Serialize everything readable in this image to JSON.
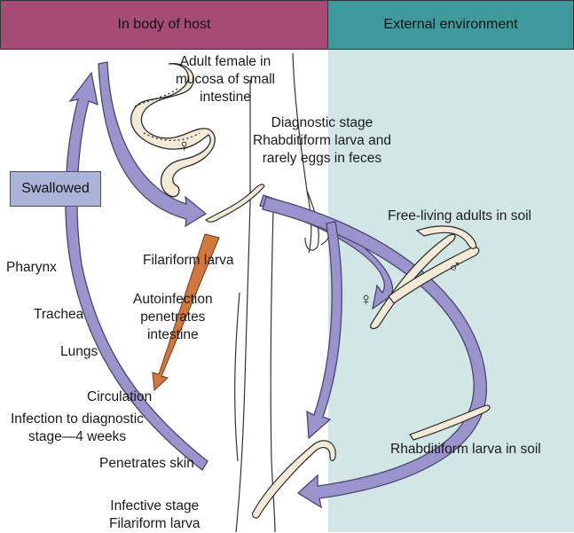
{
  "headers": {
    "host": "In body of host",
    "environment": "External environment"
  },
  "labels": {
    "adult_female": "Adult female in\nmucosa of small\nintestine",
    "diagnostic": "Diagnostic stage\nRhabditiform larva and\nrarely eggs in feces",
    "free_living": "Free-living adults in soil",
    "filariform": "Filariform larva",
    "autoinfection": "Autoinfection\npenetrates\nintestine",
    "pharynx": "Pharynx",
    "trachea": "Trachea",
    "lungs": "Lungs",
    "circulation": "Circulation",
    "infection_time": "Infection to diagnostic\nstage—4 weeks",
    "penetrates_skin": "Penetrates skin",
    "rhabditiform_soil": "Rhabditiform larva in soil",
    "infective": "Infective stage\nFilariform larva",
    "swallowed": "Swallowed"
  },
  "symbols": {
    "female_1": "♀",
    "female_2": "♀",
    "male": "♂"
  },
  "colors": {
    "host_header": "#a64b74",
    "env_header": "#3f9a9e",
    "env_background": "#d3e6e6",
    "arrow_purple": "#9a93cc",
    "arrow_autoinfection": "#d2783e",
    "swallowed_box": "#a9b4d8",
    "worm_fill": "#f3ead8"
  }
}
